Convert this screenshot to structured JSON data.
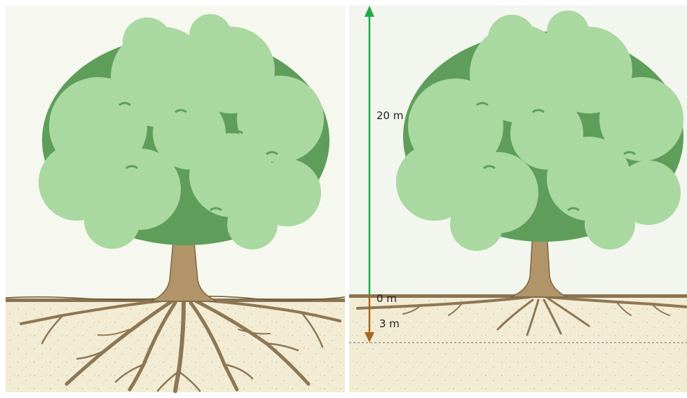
{
  "scale": {
    "height_label": "20 m",
    "ground_label": "0 m",
    "depth_label": "3 m",
    "height_m": 20,
    "ground_m": 0,
    "depth_m": 3
  },
  "colors": {
    "height_arrow": "#22a846",
    "depth_arrow": "#a8661e",
    "leaf_light": "#a9d8a0",
    "leaf_dark": "#5e9e5a",
    "trunk": "#b19569",
    "root": "#8d7754",
    "soil": "#f3ecd5",
    "sky_left": "#f6f7ee",
    "sky_right": "#f2f6ee"
  },
  "icons": {
    "left_tree": "deep-rooted-tree-icon",
    "right_tree": "shallow-rooted-tree-icon"
  }
}
